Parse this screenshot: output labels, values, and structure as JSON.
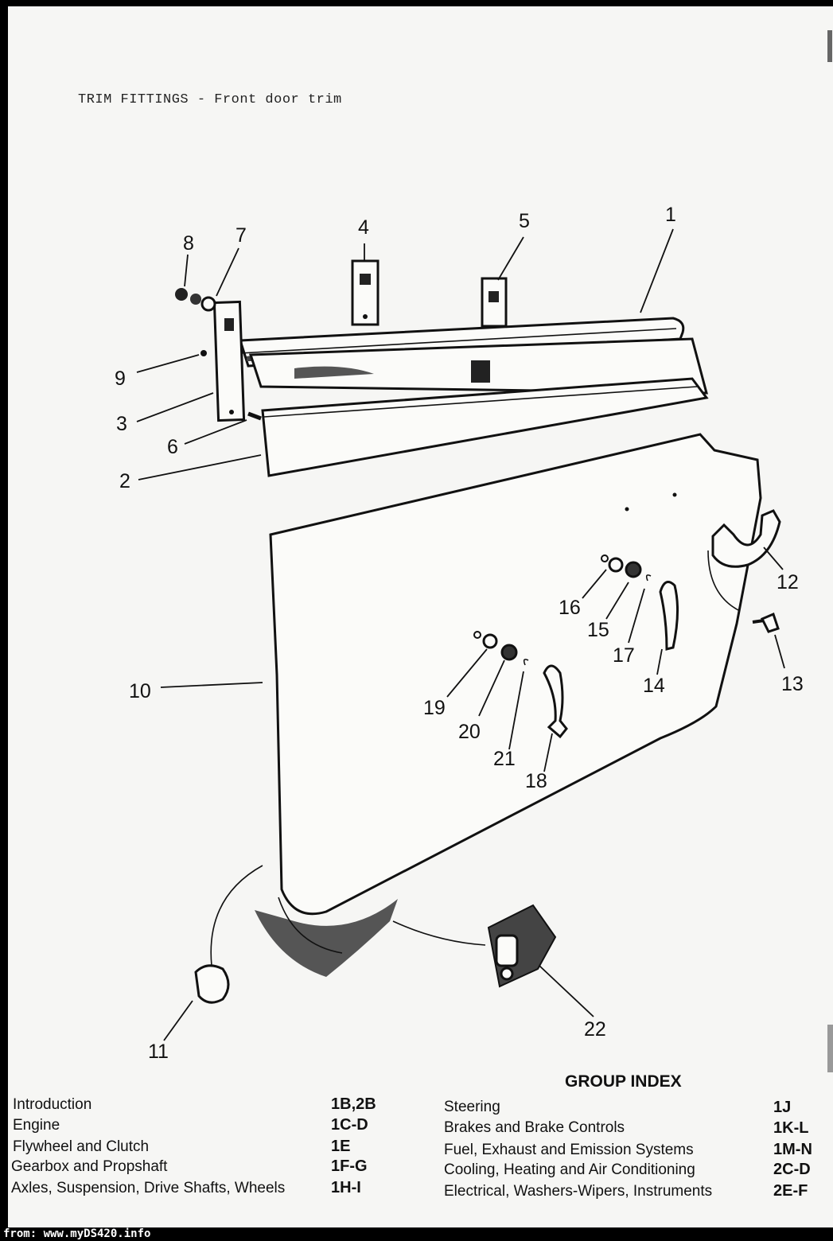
{
  "title": "TRIM FITTINGS - Front door trim",
  "parts": [
    "1",
    "2",
    "3",
    "4",
    "5",
    "6",
    "7",
    "8",
    "9",
    "10",
    "11",
    "12",
    "13",
    "14",
    "15",
    "16",
    "17",
    "18",
    "19",
    "20",
    "21",
    "22"
  ],
  "group_index": {
    "heading": "GROUP INDEX",
    "left": [
      {
        "label": "Introduction",
        "code": "1B,2B"
      },
      {
        "label": "Engine",
        "code": "1C-D"
      },
      {
        "label": "Flywheel and Clutch",
        "code": "1E"
      },
      {
        "label": "Gearbox and Propshaft",
        "code": "1F-G"
      },
      {
        "label": "Axles, Suspension, Drive Shafts, Wheels",
        "code": "1H-I"
      }
    ],
    "right": [
      {
        "label": "Steering",
        "code": "1J"
      },
      {
        "label": "Brakes and Brake Controls",
        "code": "1K-L"
      },
      {
        "label": "Fuel, Exhaust and Emission Systems",
        "code": "1M-N"
      },
      {
        "label": "Cooling, Heating and Air Conditioning",
        "code": "2C-D"
      },
      {
        "label": "Electrical, Washers-Wipers, Instruments",
        "code": "2E-F"
      }
    ]
  },
  "footer": "from: www.myDS420.info"
}
